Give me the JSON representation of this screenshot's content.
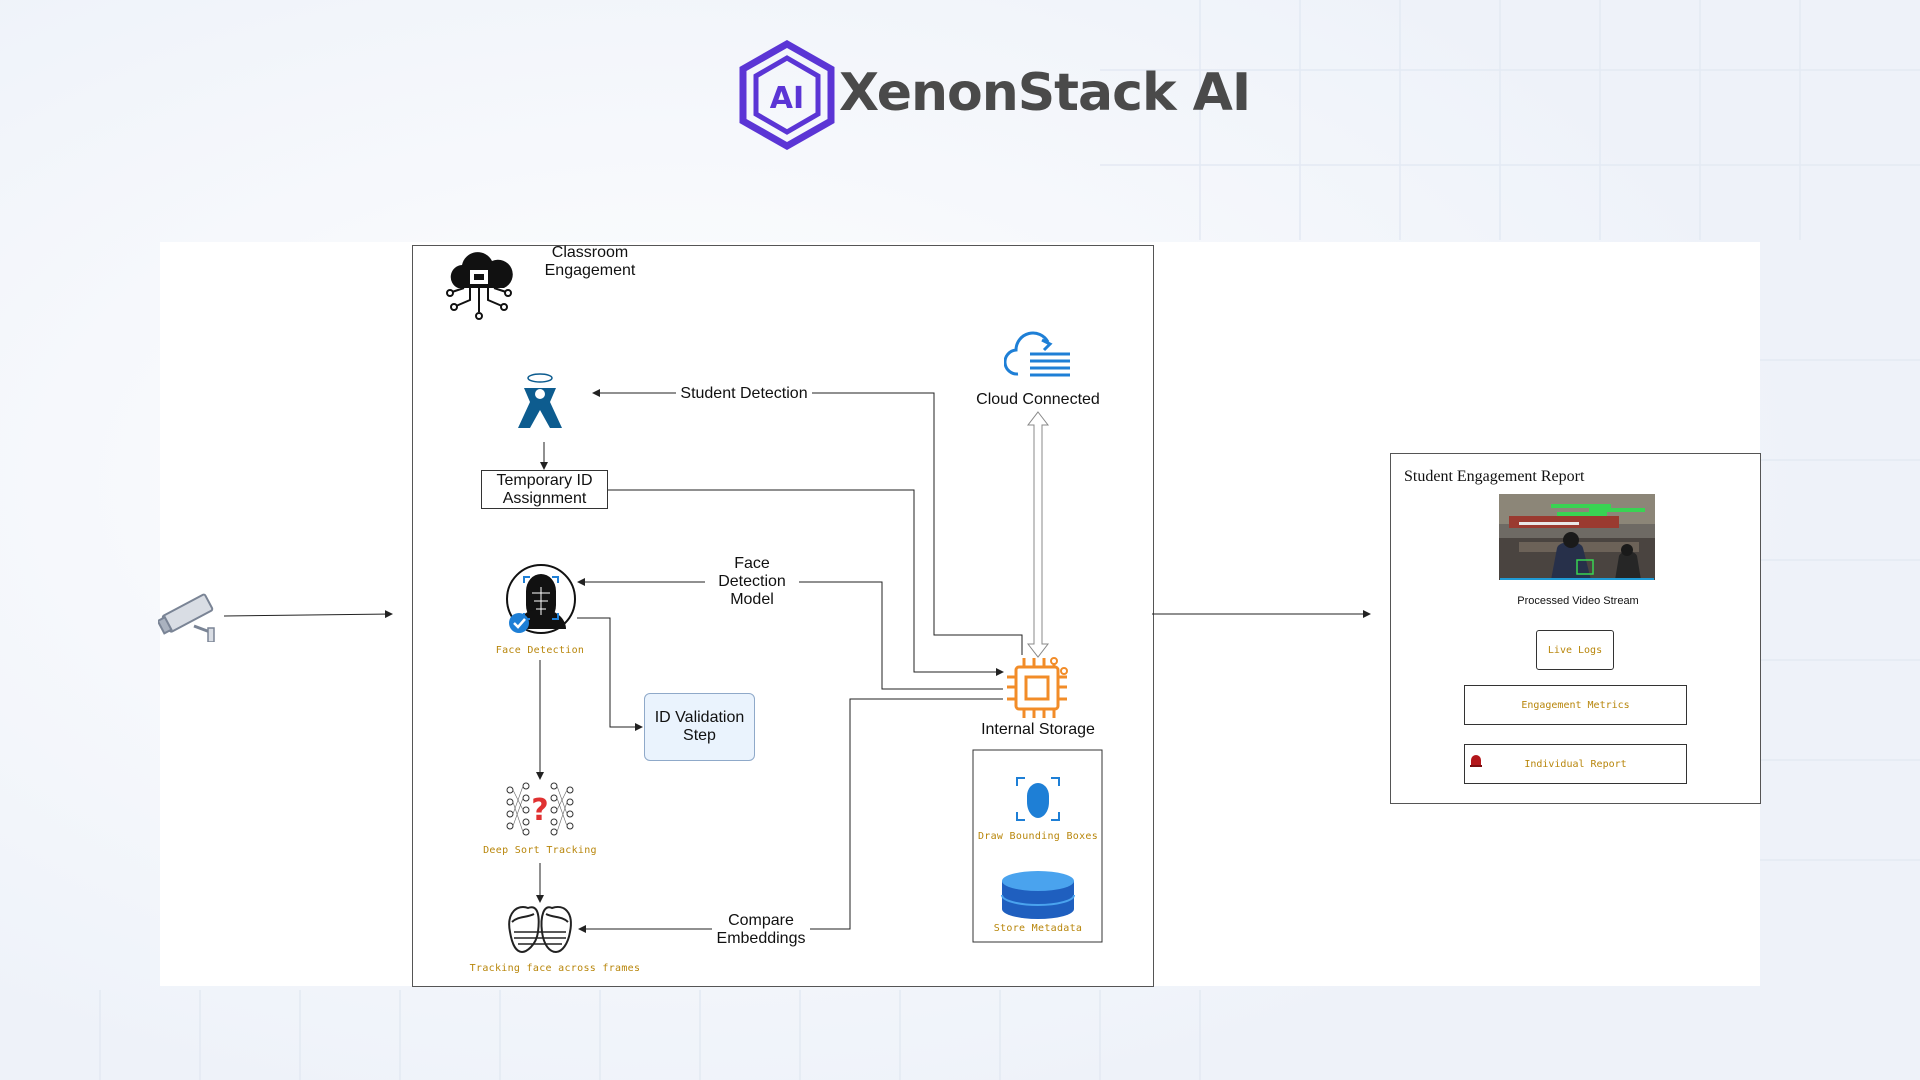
{
  "brand": {
    "name": "XenonStack AI",
    "logo_glyph": "AI",
    "color": "#5b35d5"
  },
  "main_container": {
    "title": "Classroom\nEngagement"
  },
  "nodes": {
    "student_detection": {
      "label": "Student  Detection"
    },
    "temp_id": {
      "label": "Temporary ID\nAssignment"
    },
    "face_detection_model": {
      "label": "Face\nDetection\nModel"
    },
    "face_detection": {
      "label": "Face Detection"
    },
    "id_validation": {
      "label": "ID Validation\nStep"
    },
    "deep_sort": {
      "label": "Deep Sort Tracking"
    },
    "tracking_face": {
      "label": "Tracking face across frames"
    },
    "compare_embeddings": {
      "label": "Compare\nEmbeddings"
    },
    "cloud": {
      "label": "Cloud Connected"
    },
    "internal_storage": {
      "label": "Internal Storage"
    },
    "draw_boxes": {
      "label": "Draw Bounding Boxes"
    },
    "store_metadata": {
      "label": "Store Metadata"
    }
  },
  "report": {
    "title": "Student Engagement Report",
    "video_caption": "Processed Video Stream",
    "live_logs": "Live Logs",
    "engagement_metrics": "Engagement Metrics",
    "individual_report": "Individual Report"
  },
  "colors": {
    "accent_orange": "#f28c28",
    "accent_blue": "#1e7fd6",
    "label_gold": "#b8860b",
    "student_blue": "#0d5c8f"
  }
}
